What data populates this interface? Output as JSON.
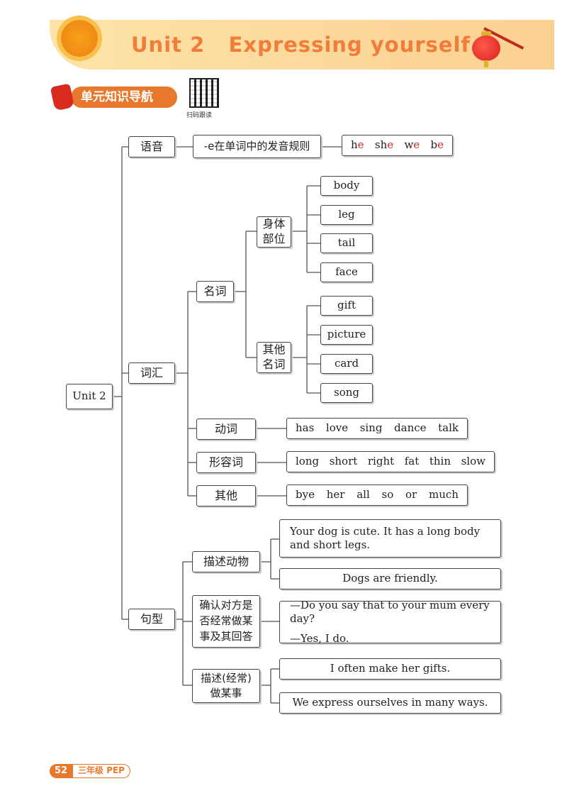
{
  "header": {
    "title": "Unit 2   Expressing yourself"
  },
  "nav": {
    "label": "单元知识导航",
    "qr_label": "扫码跟读"
  },
  "map": {
    "root": "Unit 2",
    "phonics": {
      "label": "语音",
      "rule": "-e在单词中的发音规则",
      "words": [
        "he",
        "she",
        "we",
        "be"
      ]
    },
    "vocabulary": {
      "label": "词汇",
      "nouns": {
        "label": "名词",
        "body_parts": {
          "label": "身体部位",
          "words": [
            "body",
            "leg",
            "tail",
            "face"
          ]
        },
        "other_nouns": {
          "label": "其他名词",
          "words": [
            "gift",
            "picture",
            "card",
            "song"
          ]
        }
      },
      "verbs": {
        "label": "动词",
        "words": [
          "has",
          "love",
          "sing",
          "dance",
          "talk"
        ]
      },
      "adjectives": {
        "label": "形容词",
        "words": [
          "long",
          "short",
          "right",
          "fat",
          "thin",
          "slow"
        ]
      },
      "others": {
        "label": "其他",
        "words": [
          "bye",
          "her",
          "all",
          "so",
          "or",
          "much"
        ]
      }
    },
    "sentences": {
      "label": "句型",
      "describe_animals": {
        "label": "描述动物",
        "lines": [
          "Your dog is cute. It has a long body and short legs.",
          "Dogs are friendly."
        ]
      },
      "confirm_habit": {
        "label": "确认对方是否经常做某事及其回答",
        "question": "—Do you say that to your mum every day?",
        "answer": "—Yes, I do."
      },
      "describe_often": {
        "label": "描述(经常)做某事",
        "lines": [
          "I often make her gifts.",
          "We express ourselves in many ways."
        ]
      }
    }
  },
  "footer": {
    "page": "52",
    "grade": "三年级 PEP"
  },
  "colors": {
    "accent": "#e8782c",
    "highlight": "#d8261c"
  }
}
